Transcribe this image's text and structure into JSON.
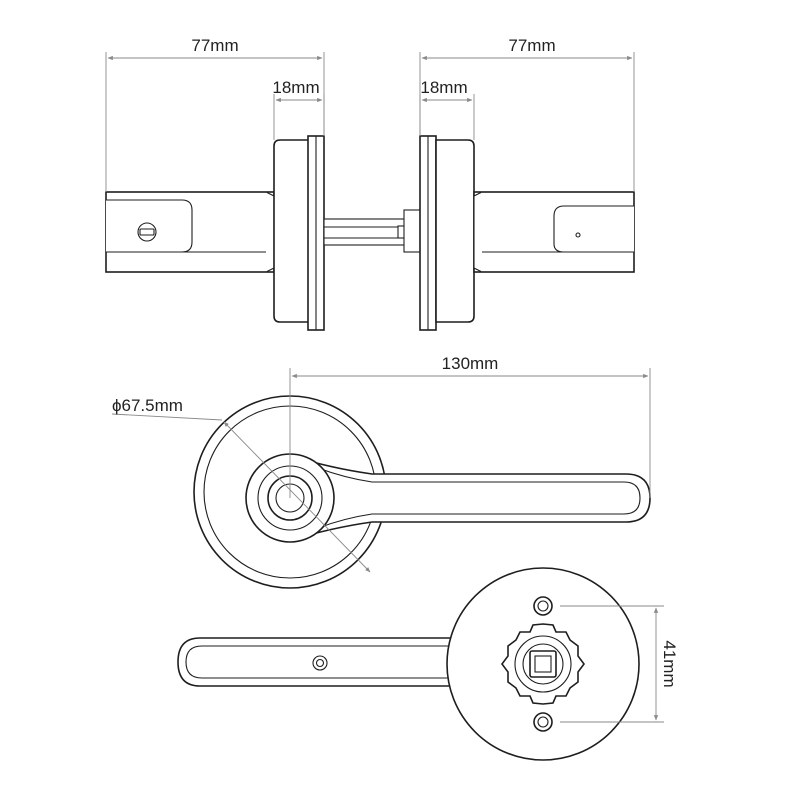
{
  "colors": {
    "outline": "#1e1e1e",
    "dimension": "#8a8a8a",
    "text": "#222222",
    "background": "#ffffff"
  },
  "dimensions": {
    "left_handle_length": "77mm",
    "right_handle_length": "77mm",
    "left_rose_depth": "18mm",
    "right_rose_depth": "18mm",
    "lever_length": "130mm",
    "rose_diameter": "ϕ67.5mm",
    "screw_spacing": "41mm"
  },
  "views": {
    "top": "side-view",
    "middle": "front-view",
    "bottom": "back-view"
  }
}
